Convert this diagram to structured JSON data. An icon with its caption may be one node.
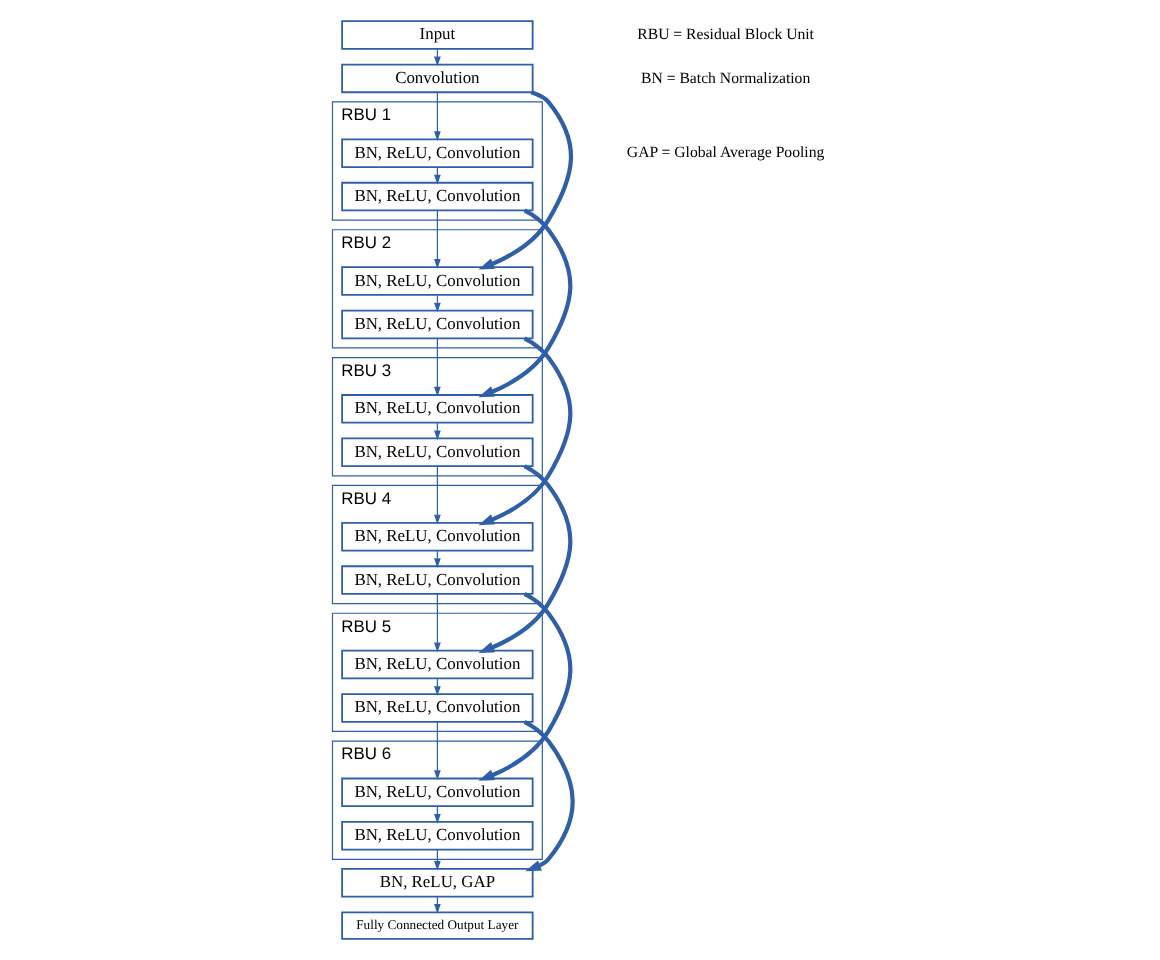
{
  "diagram": {
    "nodes": [
      {
        "text": [
          "Input"
        ]
      },
      {
        "text": [
          "Convolution"
        ]
      },
      {
        "text": [
          "RBU 1"
        ]
      },
      {
        "text": [
          "BN, ReLU, Convolution"
        ],
        "in": 2
      },
      {
        "text": [
          "BN, ReLU, Convolution"
        ],
        "in": 2
      },
      {
        "text": [
          "RBU 2"
        ]
      },
      {
        "text": [
          "BN, ReLU, Convolution"
        ],
        "in": 5
      },
      {
        "text": [
          "BN, ReLU, Convolution"
        ],
        "in": 5
      },
      {
        "text": [
          "RBU 3"
        ]
      },
      {
        "text": [
          "BN, ReLU, Convolution"
        ],
        "in": 8
      },
      {
        "text": [
          "BN, ReLU, Convolution"
        ],
        "in": 8
      },
      {
        "text": [
          "RBU 4"
        ]
      },
      {
        "text": [
          "BN, ReLU, Convolution"
        ],
        "in": 11
      },
      {
        "text": [
          "BN, ReLU, Convolution"
        ],
        "in": 11
      },
      {
        "text": [
          "RBU 5"
        ]
      },
      {
        "text": [
          "BN, ReLU, Convolution"
        ],
        "in": 14
      },
      {
        "text": [
          "BN, ReLU, Convolution"
        ],
        "in": 14
      },
      {
        "text": [
          "RBU 6"
        ]
      },
      {
        "text": [
          "BN, ReLU, Convolution"
        ],
        "in": 17
      },
      {
        "text": [
          "BN, ReLU, Convolution"
        ],
        "in": 17
      },
      {
        "text": [
          "BN, ReLU, GAP"
        ]
      },
      {
        "text": [
          "Fully Connected Output Layer"
        ]
      }
    ],
    "edges": [
      {
        "from": 0,
        "to": 1,
        "arrow": "to"
      },
      {
        "from": 1,
        "to": 3,
        "arrow": "to"
      },
      {
        "from": 3,
        "to": 4,
        "arrow": "to"
      },
      {
        "from": 1,
        "to": 6,
        "arrow": "to",
        "style": "thick"
      },
      {
        "from": 4,
        "to": 6,
        "arrow": "to"
      },
      {
        "from": 6,
        "to": 7,
        "arrow": "to"
      },
      {
        "from": 4,
        "to": 9,
        "arrow": "to",
        "style": "thick"
      },
      {
        "from": 7,
        "to": 9,
        "arrow": "to"
      },
      {
        "from": 9,
        "to": 10,
        "arrow": "to"
      },
      {
        "from": 7,
        "to": 12,
        "arrow": "to",
        "style": "thick"
      },
      {
        "from": 10,
        "to": 12,
        "arrow": "to"
      },
      {
        "from": 12,
        "to": 13,
        "arrow": "to"
      },
      {
        "from": 10,
        "to": 15,
        "arrow": "to",
        "style": "thick"
      },
      {
        "from": 13,
        "to": 15,
        "arrow": "to"
      },
      {
        "from": 15,
        "to": 16,
        "arrow": "to"
      },
      {
        "from": 13,
        "to": 18,
        "arrow": "to",
        "style": "thick"
      },
      {
        "from": 16,
        "to": 18,
        "arrow": "to"
      },
      {
        "from": 18,
        "to": 19,
        "arrow": "to"
      },
      {
        "from": 16,
        "to": 20,
        "arrow": "to",
        "style": "thick"
      },
      {
        "from": 19,
        "to": 20,
        "arrow": "to"
      },
      {
        "from": 20,
        "to": 21,
        "arrow": "to"
      }
    ],
    "labels": [
      "RBU = Residual Block Unit",
      "BN = Batch Normalization",
      "GAP = Global Average Pooling"
    ]
  }
}
